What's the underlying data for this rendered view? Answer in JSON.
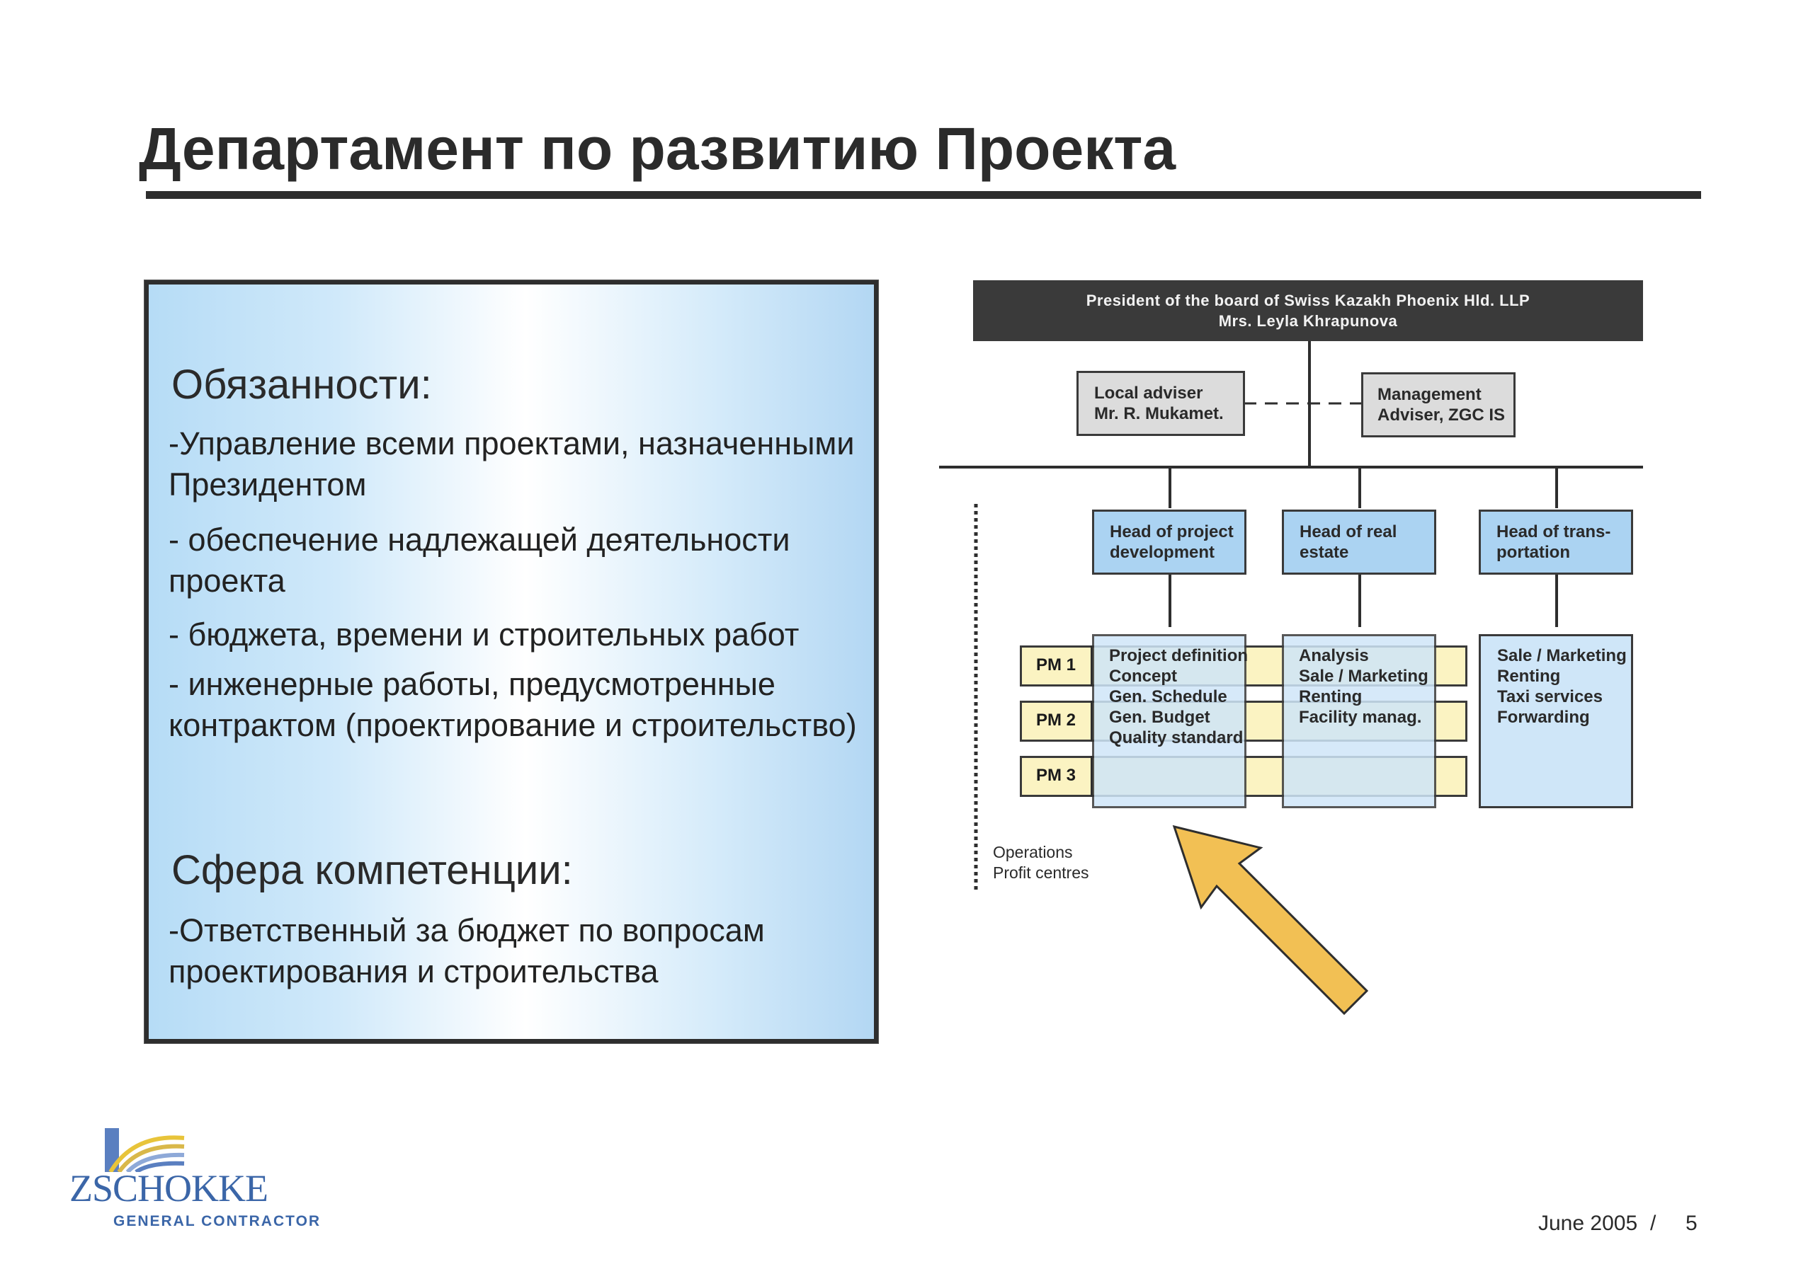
{
  "slide": {
    "title": "Департамент по развитию Проекта"
  },
  "responsibilities": {
    "heading": "Обязанности:",
    "items": [
      "-Управление всеми проектами, назначенными Президентом",
      "- обеспечение надлежащей деятельности проекта",
      "- бюджета, времени и строительных работ",
      "- инженерные работы, предусмотренные контрактом (проектирование и строительство)"
    ]
  },
  "competence": {
    "heading": "Сфера компетенции:",
    "items": [
      "-Ответственный за бюджет по вопросам проектирования и строительства"
    ]
  },
  "org_chart": {
    "president": {
      "line1": "President of the board of Swiss Kazakh Phoenix Hld. LLP",
      "line2": "Mrs. Leyla Khrapunova"
    },
    "local_adviser": {
      "line1": "Local adviser",
      "line2": "Mr. R. Mukamet."
    },
    "management_adviser": {
      "line1": "Management",
      "line2": "Adviser, ZGC IS"
    },
    "heads": [
      {
        "line1": "Head of project",
        "line2": "development"
      },
      {
        "line1": "Head of real",
        "line2": "estate"
      },
      {
        "line1": "Head of trans-",
        "line2": "portation"
      }
    ],
    "pm_labels": [
      "PM 1",
      "PM 2",
      "PM 3"
    ],
    "project_tasks": [
      "Project definition",
      "Concept",
      "Gen. Schedule",
      "Gen. Budget",
      "Quality standard"
    ],
    "real_estate_tasks": [
      "Analysis",
      "Sale / Marketing",
      "Renting",
      "Facility manag."
    ],
    "transport_tasks": [
      "Sale / Marketing",
      "Renting",
      "Taxi services",
      "Forwarding"
    ],
    "operations": {
      "line1": "Operations",
      "line2": "Profit centres"
    },
    "colors": {
      "president_bg": "#3a3a3a",
      "adviser_bg": "#dcdcdc",
      "head_bg": "#abd3f2",
      "pm_bg": "#fbf3c2",
      "arrow": "#f2c054"
    }
  },
  "footer": {
    "logo_name": "ZSCHOKKE",
    "logo_subtitle": "GENERAL CONTRACTOR",
    "date": "June 2005",
    "separator": "/",
    "page": "5"
  }
}
